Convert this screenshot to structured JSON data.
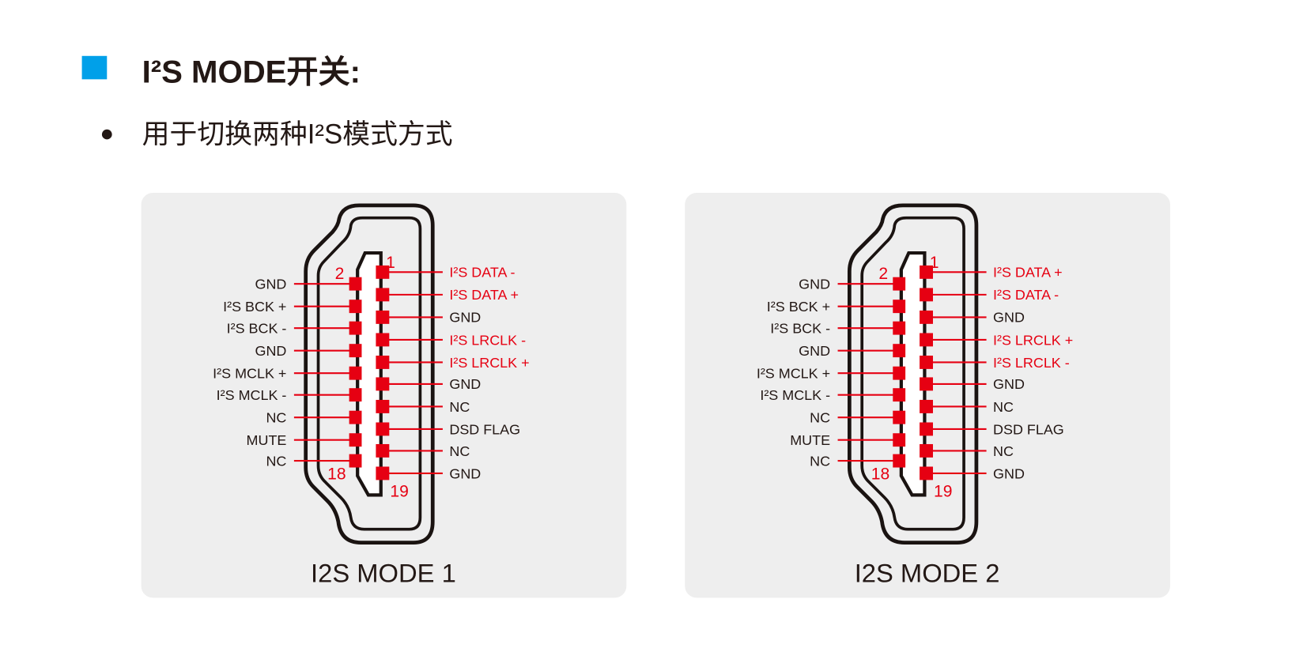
{
  "header": {
    "title": "I²S MODE开关:",
    "bullet": "用于切换两种I²S模式方式",
    "accent": "#00a0e9"
  },
  "colors": {
    "pin": "#e60012",
    "text": "#231815",
    "panel": "#eeeeee",
    "red_label": "#e60012"
  },
  "pin_numbers": {
    "top_right": "1",
    "top_left": "2",
    "bottom_left": "18",
    "bottom_right": "19"
  },
  "modes": [
    {
      "title": "I2S MODE 1",
      "left_pins": [
        "GND",
        "I²S BCK +",
        "I²S BCK -",
        "GND",
        "I²S MCLK +",
        "I²S MCLK -",
        "NC",
        "MUTE",
        "NC"
      ],
      "right_pins": [
        "I²S DATA -",
        "I²S DATA +",
        "GND",
        "I²S LRCLK -",
        "I²S LRCLK +",
        "GND",
        "NC",
        "DSD FLAG",
        "NC",
        "GND"
      ]
    },
    {
      "title": "I2S MODE 2",
      "left_pins": [
        "GND",
        "I²S BCK +",
        "I²S BCK -",
        "GND",
        "I²S MCLK +",
        "I²S MCLK -",
        "NC",
        "MUTE",
        "NC"
      ],
      "right_pins": [
        "I²S DATA +",
        "I²S DATA -",
        "GND",
        "I²S LRCLK +",
        "I²S LRCLK -",
        "GND",
        "NC",
        "DSD FLAG",
        "NC",
        "GND"
      ]
    }
  ]
}
